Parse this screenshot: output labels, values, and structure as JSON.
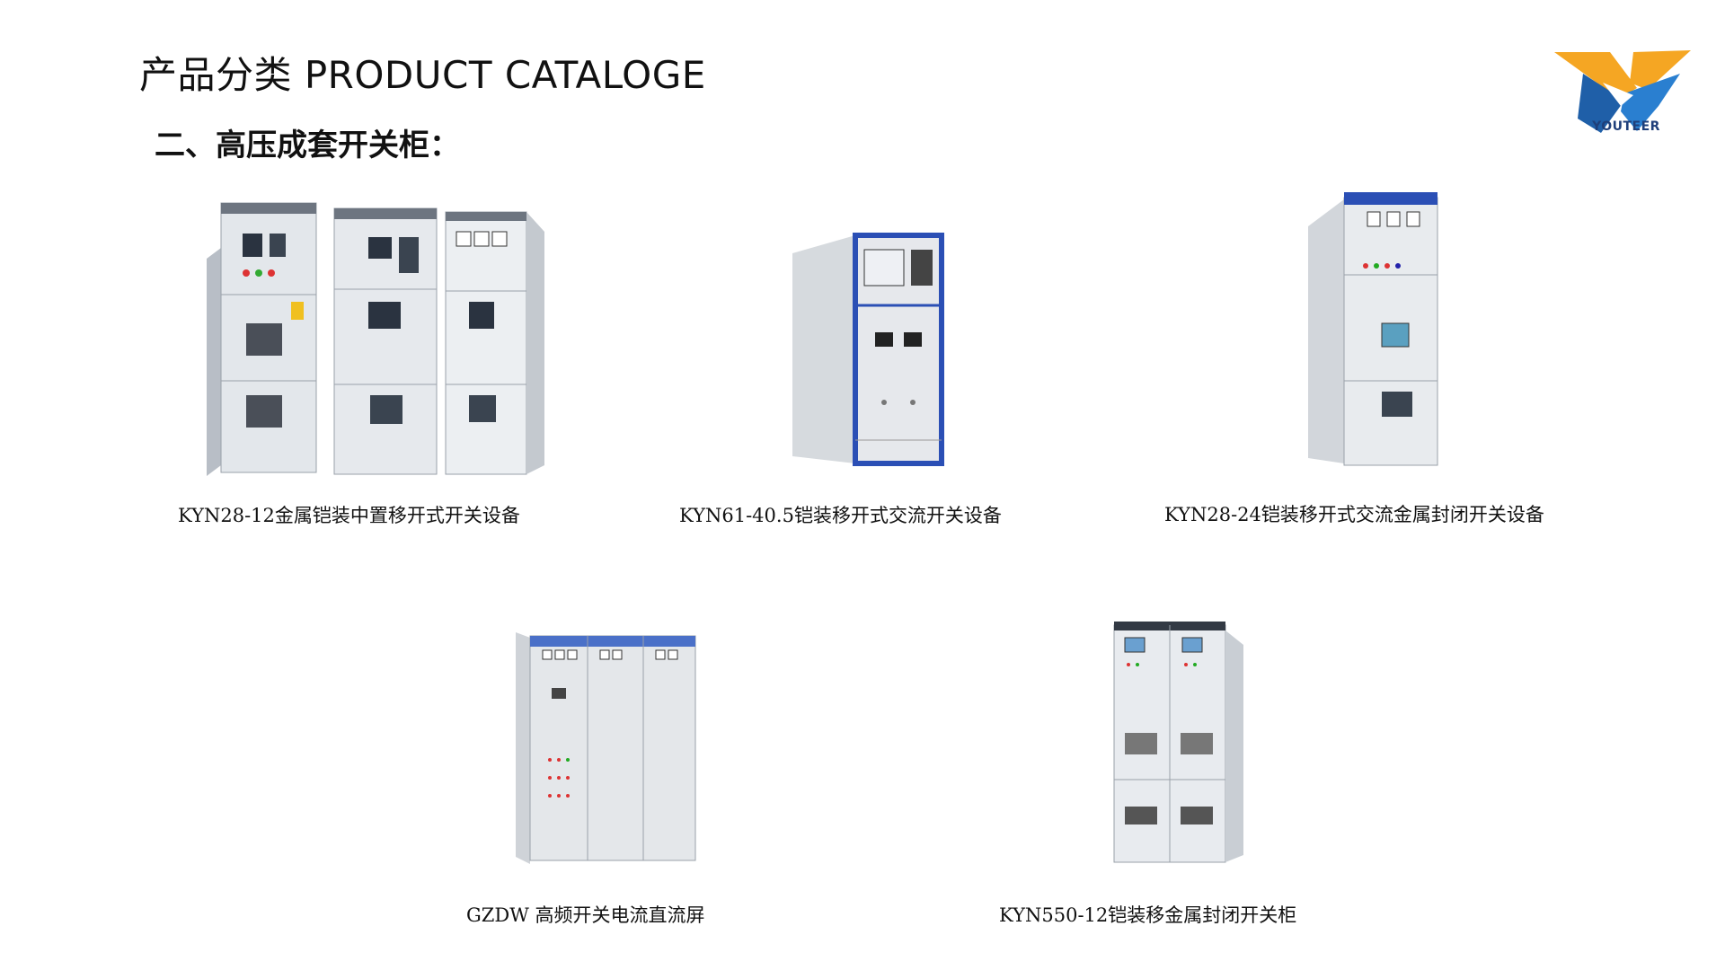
{
  "header": {
    "title": "产品分类 PRODUCT CATALOGE",
    "subtitle": "二、高压成套开关柜：",
    "logo_text": "YOUTEER"
  },
  "products": [
    {
      "caption": "KYN28-12金属铠装中置移开式开关设备"
    },
    {
      "caption": "KYN61-40.5铠装移开式交流开关设备"
    },
    {
      "caption": "KYN28-24铠装移开式交流金属封闭开关设备"
    },
    {
      "caption": "GZDW 高频开关电流直流屏"
    },
    {
      "caption": "KYN550-12铠装移金属封闭开关柜"
    }
  ],
  "colors": {
    "logo_orange": "#f5a623",
    "logo_blue": "#1f5fa8",
    "cabinet_body": "#dfe3e8",
    "cabinet_blue_trim": "#2b4fb5"
  }
}
